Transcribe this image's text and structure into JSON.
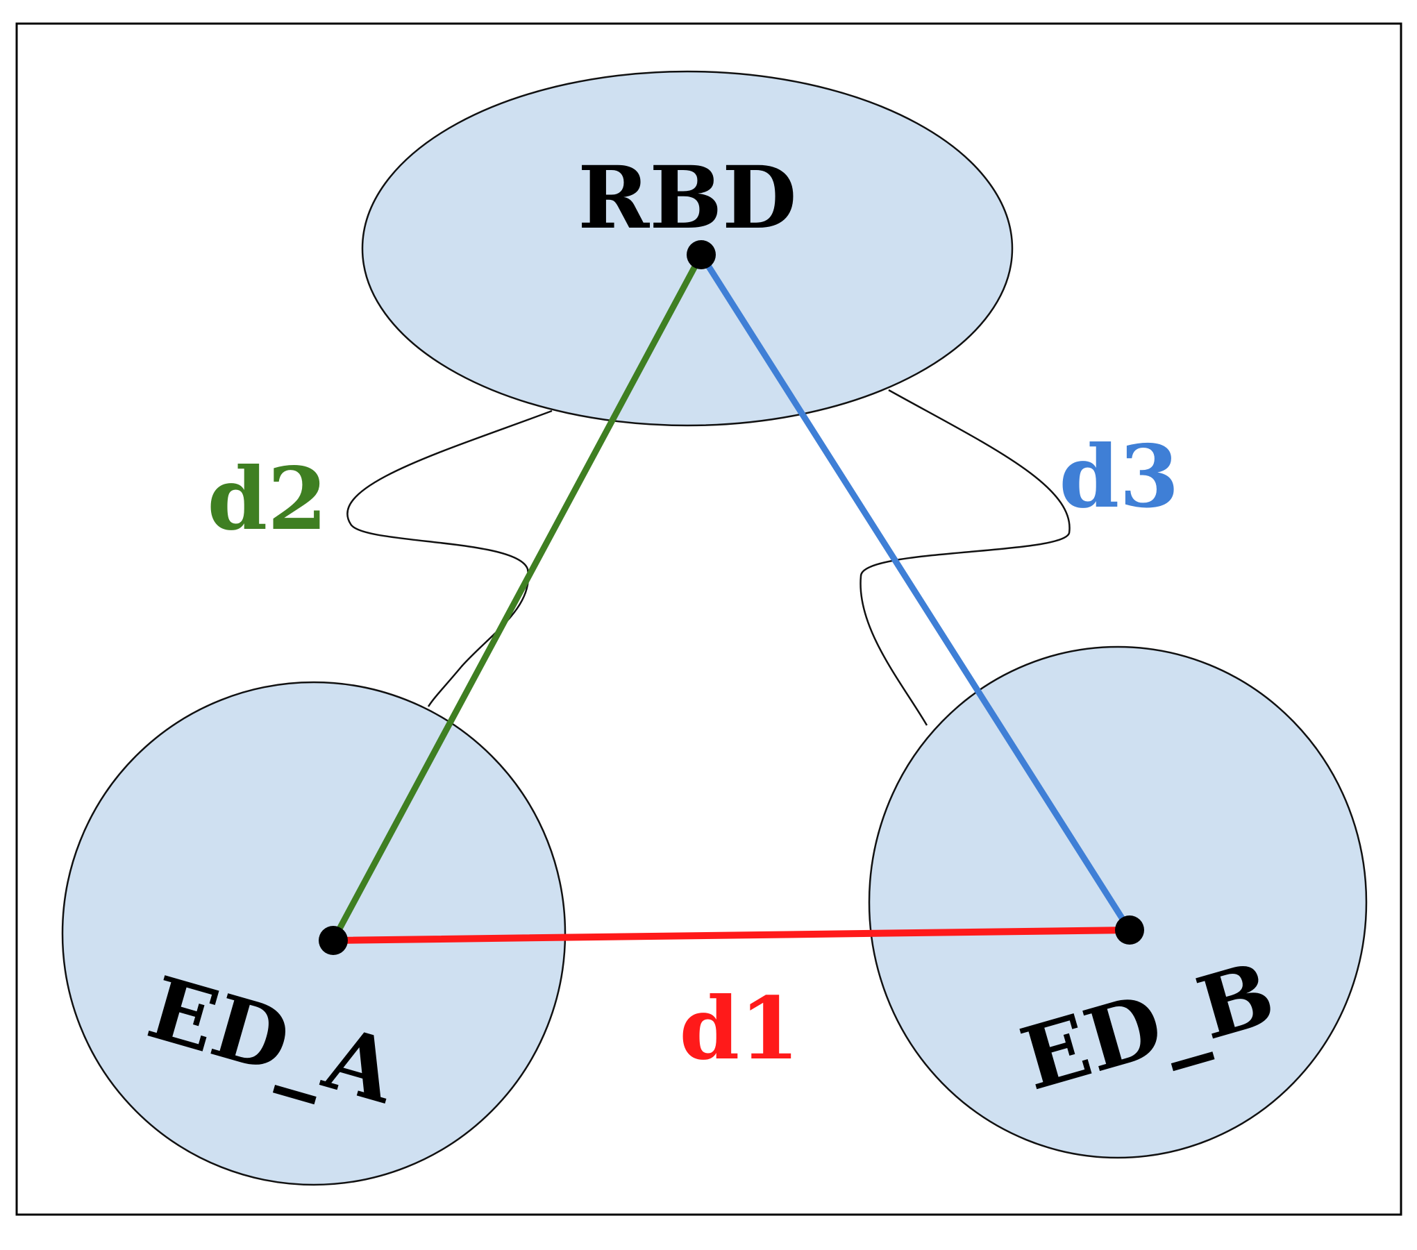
{
  "nodes": {
    "rbd": {
      "label": "RBD"
    },
    "ed_a": {
      "label": "ED_A"
    },
    "ed_b": {
      "label": "ED_B"
    }
  },
  "edges": {
    "d1": {
      "label": "d1",
      "color": "#ff1a1a"
    },
    "d2": {
      "label": "d2",
      "color": "#3f7f22"
    },
    "d3": {
      "label": "d3",
      "color": "#3f7fd6"
    }
  },
  "colors": {
    "node_fill": "#cfe0f1",
    "node_stroke": "#111111",
    "frame": "#000000"
  }
}
